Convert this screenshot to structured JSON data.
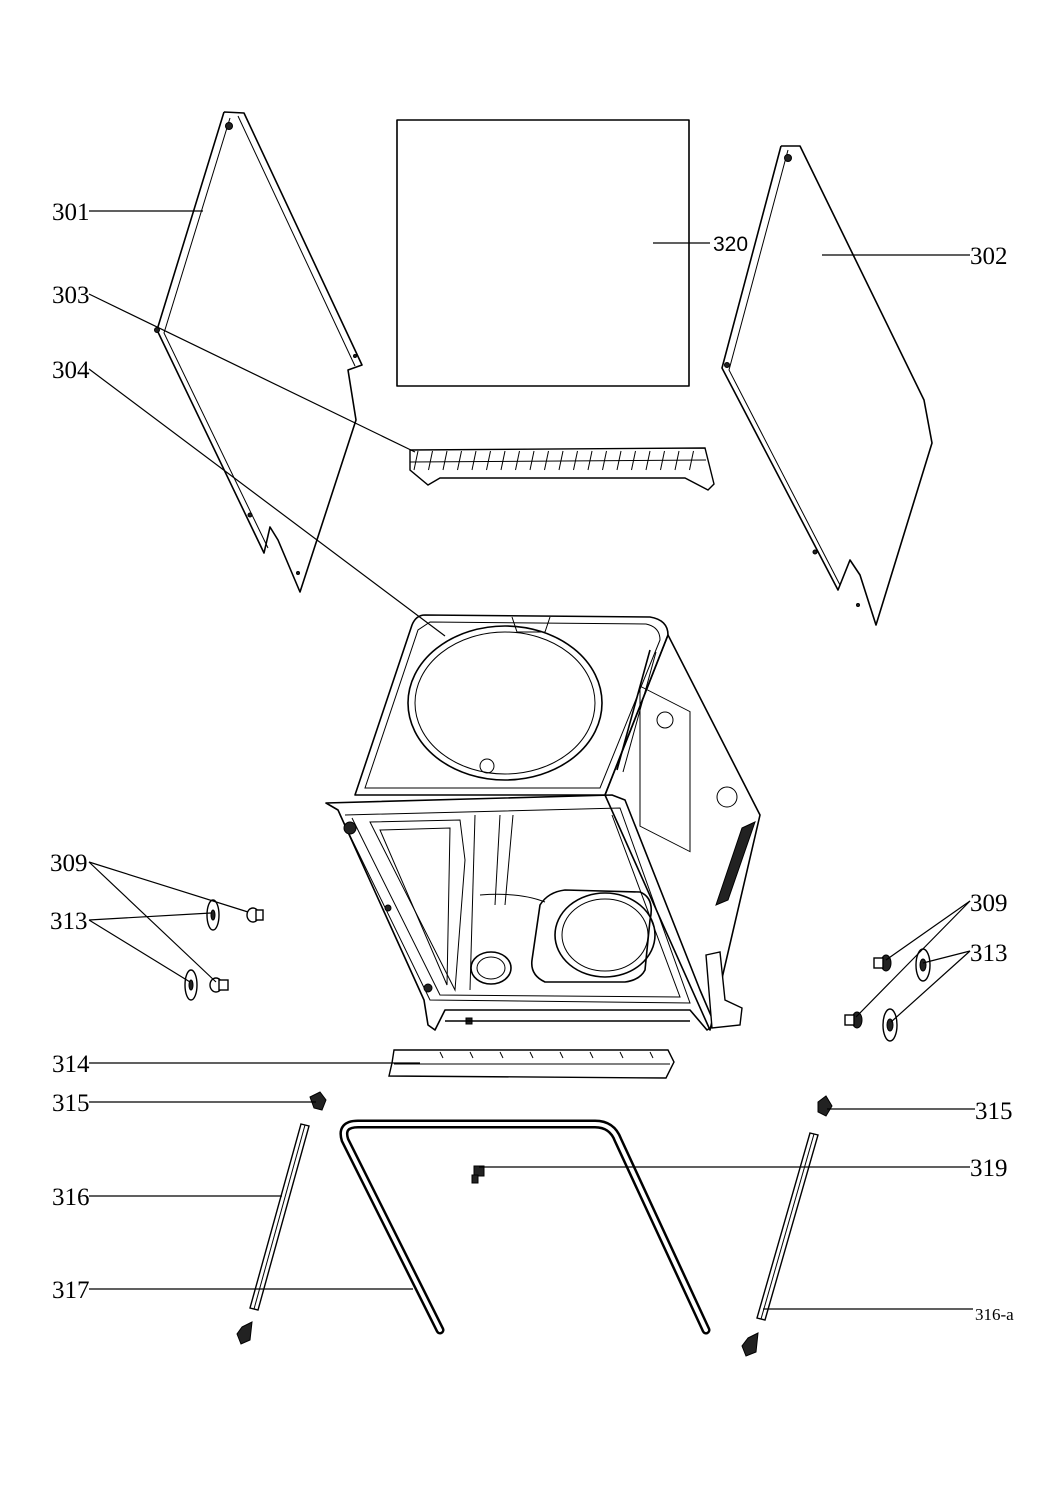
{
  "callouts": {
    "p301": "301",
    "p302": "302",
    "p303": "303",
    "p304": "304",
    "p309_left": "309",
    "p313_left": "313",
    "p309_right": "309",
    "p313_right": "313",
    "p314": "314",
    "p315_left": "315",
    "p315_right": "315",
    "p316": "316",
    "p317": "317",
    "p319": "319",
    "p316a": "316-a",
    "p320": "320"
  }
}
